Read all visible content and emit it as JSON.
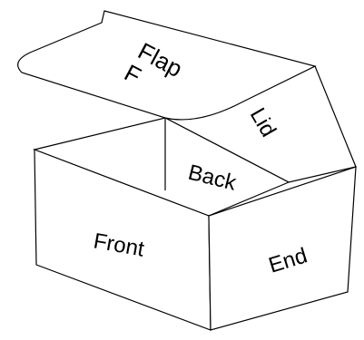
{
  "diagram": {
    "labels": {
      "flap": "Flap",
      "flap_letter": "F",
      "lid": "Lid",
      "back": "Back",
      "front": "Front",
      "end": "End"
    },
    "colors": {
      "stroke": "#000000",
      "fill": "#ffffff"
    }
  }
}
